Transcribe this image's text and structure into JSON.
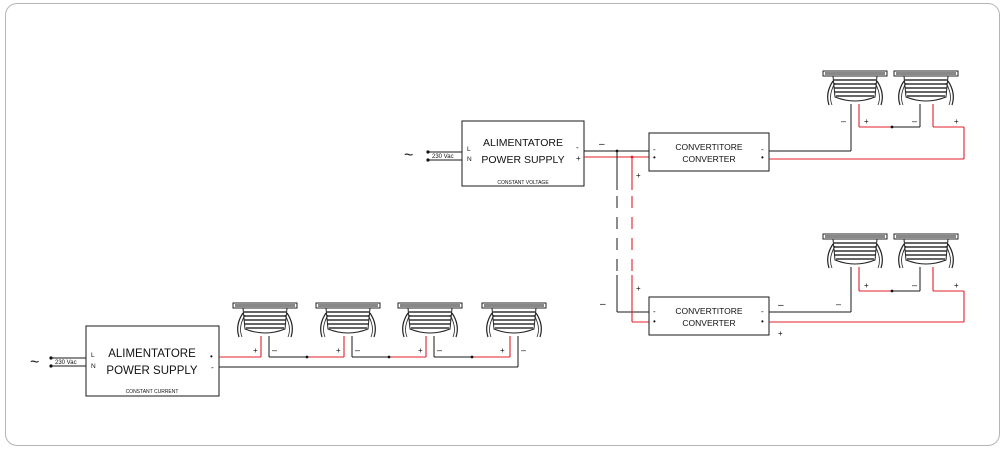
{
  "supply_cv": {
    "title_it": "ALIMENTATORE",
    "title_en": "POWER SUPPLY",
    "subtitle": "CONSTANT VOLTAGE",
    "input": "230 Vac",
    "l": "L",
    "n": "N",
    "plus": "+",
    "minus": "-",
    "out_minus_label": "–",
    "out_plus_label": "+"
  },
  "supply_cc": {
    "title_it": "ALIMENTATORE",
    "title_en": "POWER SUPPLY",
    "subtitle": "CONSTANT CURRENT",
    "input": "230 Vac",
    "l": "L",
    "n": "N",
    "plus": "•",
    "minus": "-"
  },
  "converter": {
    "title_it": "CONVERTITORE",
    "title_en": "CONVERTER",
    "minus": "-",
    "plus": "+"
  },
  "ac_symbol": "~",
  "polarity": {
    "plus": "+",
    "minus": "–"
  },
  "colors": {
    "positive_wire": "#e0202a",
    "negative_wire": "#1a1a1a"
  }
}
